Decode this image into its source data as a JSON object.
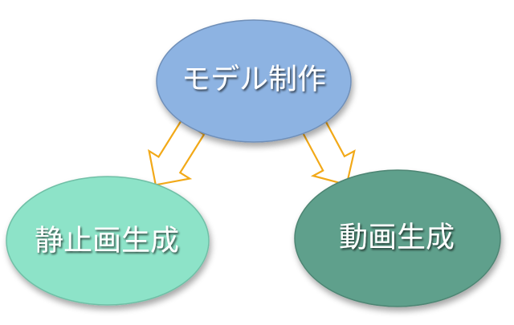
{
  "diagram": {
    "nodes": {
      "model": {
        "label": "モデル制作",
        "color": "#8db3e2",
        "stroke": "#6f8fb8"
      },
      "still": {
        "label": "静止画生成",
        "color": "#8de3c8",
        "stroke": "#6fbfa6"
      },
      "video": {
        "label": "動画生成",
        "color": "#5fa08c",
        "stroke": "#4d8573"
      }
    },
    "arrows": {
      "color": "#f2a918"
    }
  }
}
